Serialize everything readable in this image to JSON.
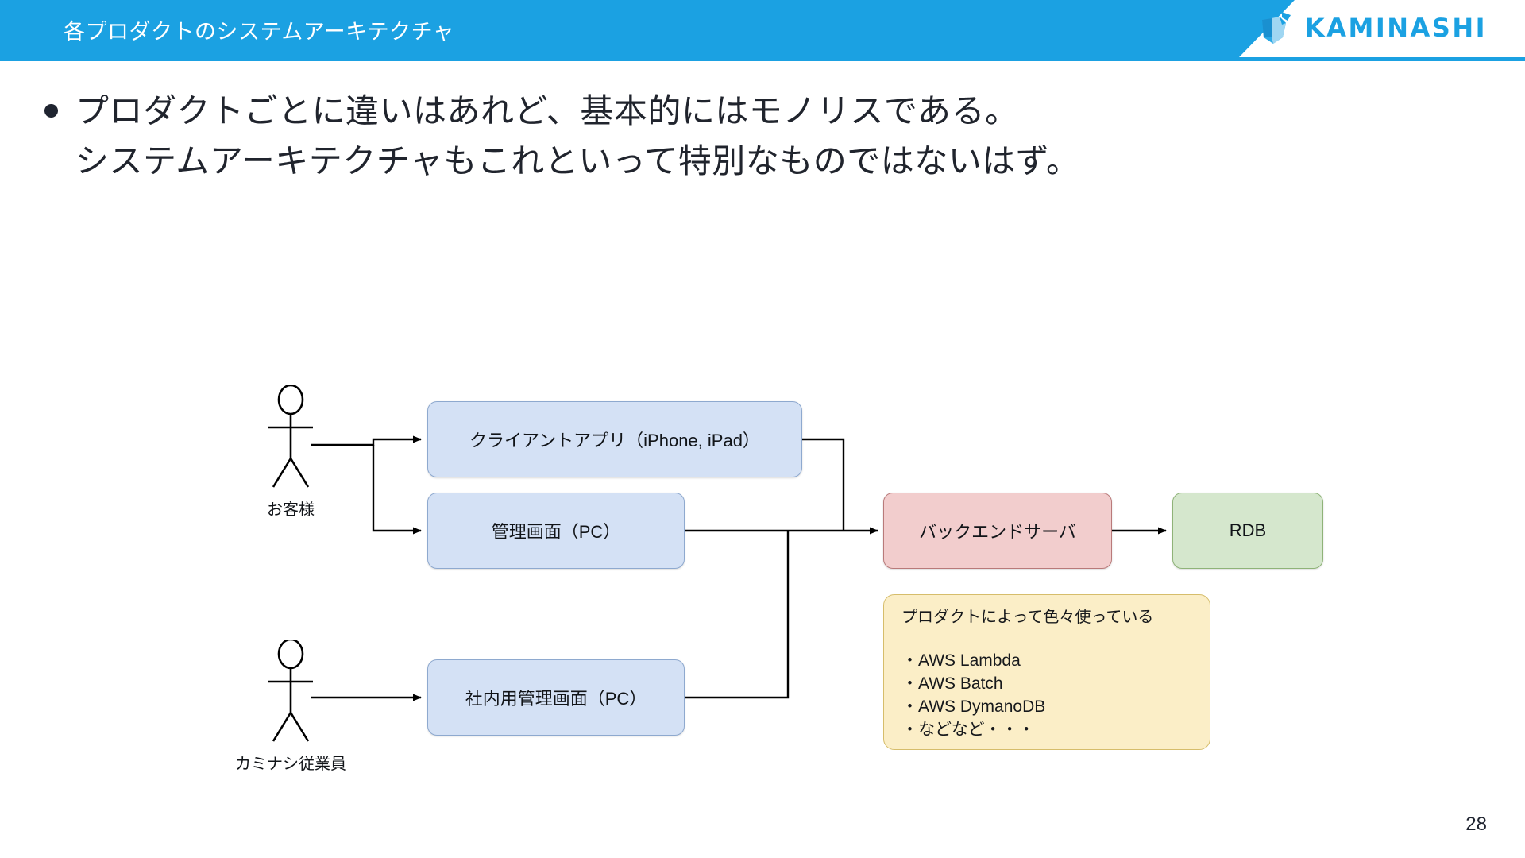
{
  "header": {
    "title": "各プロダクトのシステムアーキテクチャ",
    "brand": "KAMINASHI",
    "bar_color": "#1ba1e2",
    "brand_color": "#1ba1e2"
  },
  "body": {
    "bullet_line_1": "プロダクトごとに違いはあれど、基本的にはモノリスである。",
    "bullet_line_2": "システムアーキテクチャもこれといって特別なものではないはず。"
  },
  "diagram": {
    "actors": [
      {
        "label": "お客様"
      },
      {
        "label": "カミナシ従業員"
      }
    ],
    "nodes": [
      {
        "label": "クライアントアプリ（iPhone, iPad）",
        "color": "#d4e1f5"
      },
      {
        "label": "管理画面（PC）",
        "color": "#d4e1f5"
      },
      {
        "label": "社内用管理画面（PC）",
        "color": "#d4e1f5"
      },
      {
        "label": "バックエンドサーバ",
        "color": "#f2cdcd"
      },
      {
        "label": "RDB",
        "color": "#d5e7cd"
      }
    ],
    "note": {
      "title": "プロダクトによって色々使っている",
      "items": [
        "・AWS Lambda",
        "・AWS Batch",
        "・AWS DymanoDB",
        "・などなど・・・"
      ],
      "color": "#fbeec7"
    }
  },
  "footer": {
    "page_number": "28"
  }
}
